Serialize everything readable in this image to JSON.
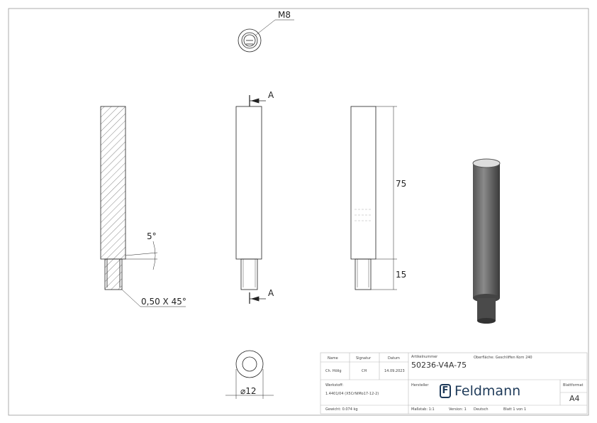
{
  "drawing": {
    "thread_label": "M8",
    "section_label": "A",
    "angle_label": "5°",
    "chamfer_label": "0,50 X 45°",
    "length_label": "75",
    "thread_length_label": "15",
    "diameter_label": "⌀12"
  },
  "title_block": {
    "name_header": "Name",
    "signature_header": "Signatur",
    "date_header": "Datum",
    "name": "Ch. Hölig",
    "signature": "CH",
    "date": "14.09.2023",
    "article_label": "Artikelnummer",
    "article_number": "50236-V4A-75",
    "surface": "Oberfläche:  Geschliffen Korn 240",
    "material_label": "Werkstoff:",
    "material": "1.4401/04 (X5CrNiMo17-12-2)",
    "manufacturer_label": "Hersteller",
    "brand": "Feldmann",
    "format_label": "Blattformat",
    "format": "A4",
    "weight": "Gewicht: 0.074 kg",
    "scale": "Maßstab: 1:1",
    "version": "Version: 1",
    "language": "Deutsch",
    "sheet": "Blatt 1 von 1"
  },
  "colors": {
    "brand": "#1f3b5a",
    "line": "#222222"
  }
}
